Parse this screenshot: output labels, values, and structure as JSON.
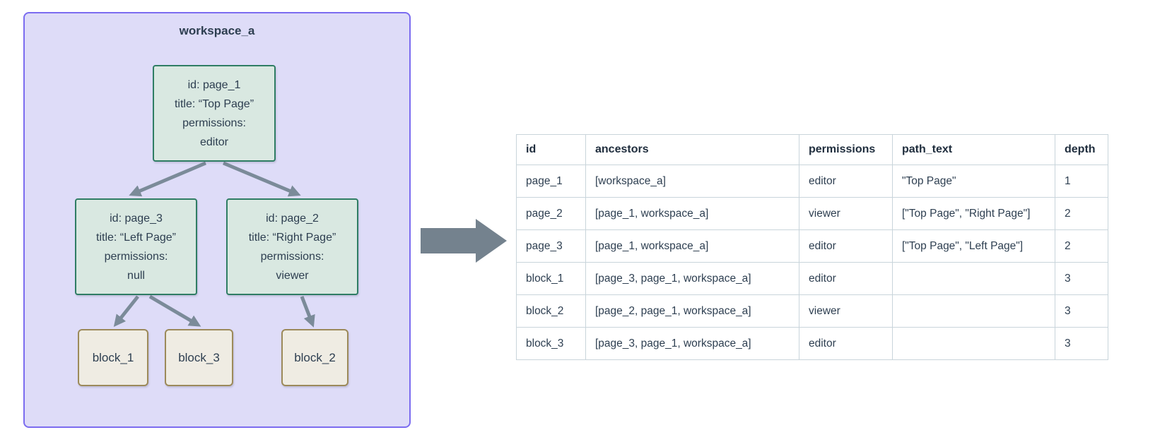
{
  "diagram": {
    "workspace_label": "workspace_a",
    "pages": [
      {
        "key": "page_1",
        "lines": [
          "id: page_1",
          "title: “Top Page”",
          "permissions:",
          "editor"
        ]
      },
      {
        "key": "page_3",
        "lines": [
          "id: page_3",
          "title: “Left Page”",
          "permissions:",
          "null"
        ]
      },
      {
        "key": "page_2",
        "lines": [
          "id: page_2",
          "title: “Right Page”",
          "permissions:",
          "viewer"
        ]
      }
    ],
    "blocks": [
      "block_1",
      "block_3",
      "block_2"
    ],
    "edges": [
      "page_1 -> page_3",
      "page_1 -> page_2",
      "page_3 -> block_1",
      "page_3 -> block_3",
      "page_2 -> block_2"
    ]
  },
  "table": {
    "columns": [
      "id",
      "ancestors",
      "permissions",
      "path_text",
      "depth"
    ],
    "rows": [
      [
        "page_1",
        "[workspace_a]",
        "editor",
        "\"Top Page\"",
        "1"
      ],
      [
        "page_2",
        "[page_1, workspace_a]",
        "viewer",
        "[\"Top Page\", \"Right Page\"]",
        "2"
      ],
      [
        "page_3",
        "[page_1, workspace_a]",
        "editor",
        "[\"Top Page\", \"Left Page\"]",
        "2"
      ],
      [
        "block_1",
        "[page_3, page_1, workspace_a]",
        "editor",
        "",
        "3"
      ],
      [
        "block_2",
        "[page_2, page_1, workspace_a]",
        "viewer",
        "",
        "3"
      ],
      [
        "block_3",
        "[page_3, page_1, workspace_a]",
        "editor",
        "",
        "3"
      ]
    ]
  },
  "colors": {
    "workspace_fill": "#dedcf8",
    "workspace_border": "#7b6cf0",
    "page_fill": "#d9e8e1",
    "page_border": "#2f7d64",
    "block_fill": "#efece3",
    "block_border": "#9c8a5a",
    "tree_arrow": "#7b8b99",
    "big_arrow": "#74828e",
    "text": "#2d3e50",
    "table_border": "#c9d5db"
  }
}
